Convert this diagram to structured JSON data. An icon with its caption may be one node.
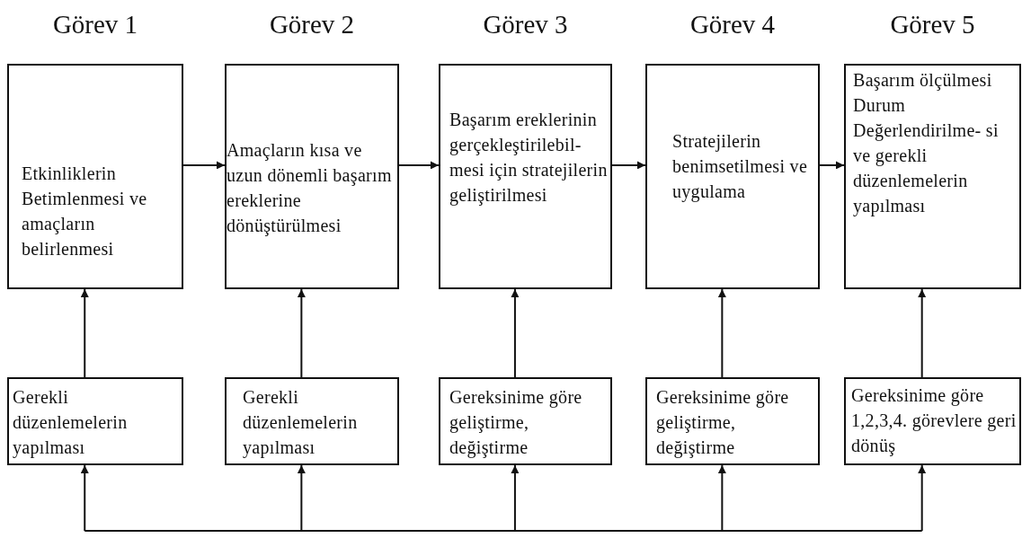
{
  "diagram": {
    "nodes": [
      {
        "text": [
          "Görev 1",
          "Etkinliklerin Betimlenmesi ve amaçların belirlenmesi"
        ]
      },
      {
        "text": [
          "Görev 2",
          "Amaçların kısa ve uzun dönemli başarım ereklerine dönüştürülmesi"
        ]
      },
      {
        "text": [
          "Görev 3",
          "Başarım ereklerinin gerçekleştirilebil- mesi için stratejilerin geliştirilmesi"
        ]
      },
      {
        "text": [
          "Görev 4",
          "Stratejilerin benimsetilmesi ve uygulama"
        ]
      },
      {
        "text": [
          "Görev 5",
          "Başarım ölçülmesi Durum Değerlendirilme- si ve gerekli düzenlemelerin yapılması"
        ]
      },
      {
        "text": [
          "Gerekli düzenlemelerin yapılması"
        ]
      },
      {
        "text": [
          "Gerekli düzenlemelerin yapılması"
        ]
      },
      {
        "text": [
          "Gereksinime göre geliştirme, değiştirme"
        ]
      },
      {
        "text": [
          "Gereksinime göre geliştirme, değiştirme"
        ]
      },
      {
        "text": [
          "Gereksinime göre 1,2,3,4. görevlere geri dönüş"
        ]
      }
    ],
    "edges": [
      {
        "from": 0,
        "to": 1,
        "arrow": "to"
      },
      {
        "from": 1,
        "to": 2,
        "arrow": "to"
      },
      {
        "from": 2,
        "to": 3,
        "arrow": "to"
      },
      {
        "from": 3,
        "to": 4,
        "arrow": "to"
      },
      {
        "from": 5,
        "to": 0,
        "arrow": "to"
      },
      {
        "from": 6,
        "to": 1,
        "arrow": "to"
      },
      {
        "from": 7,
        "to": 2,
        "arrow": "to"
      },
      {
        "from": 8,
        "to": 3,
        "arrow": "to"
      },
      {
        "from": 9,
        "to": 4,
        "arrow": "to"
      },
      {
        "from": null,
        "to": 5,
        "arrow": "to"
      },
      {
        "from": null,
        "to": 6,
        "arrow": "to"
      },
      {
        "from": null,
        "to": 7,
        "arrow": "to"
      },
      {
        "from": null,
        "to": 8,
        "arrow": "to"
      },
      {
        "from": null,
        "to": 9,
        "arrow": "to"
      }
    ]
  }
}
